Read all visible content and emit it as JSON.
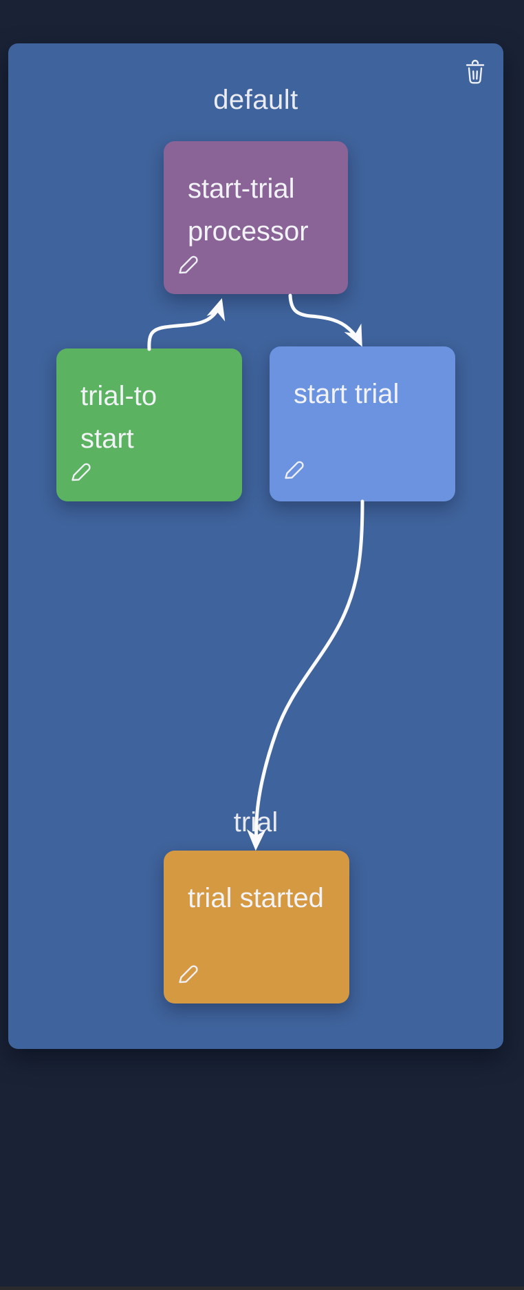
{
  "group": {
    "title": "default"
  },
  "nodes": [
    {
      "id": "start-trial-processor",
      "label": "start-trial processor",
      "lines": [
        "start-trial",
        "processor"
      ],
      "color": "#8a6497"
    },
    {
      "id": "trial-to-start",
      "label": "trial-to start",
      "lines": [
        "trial-to",
        "start"
      ],
      "color": "#5bb261"
    },
    {
      "id": "start-trial",
      "label": "start trial",
      "lines": [
        "start trial"
      ],
      "color": "#6b93e0"
    },
    {
      "id": "trial-started",
      "label": "trial started",
      "lines": [
        "trial started"
      ],
      "color": "#d59942"
    }
  ],
  "edges": [
    {
      "from": "trial-to-start",
      "to": "start-trial-processor",
      "label": ""
    },
    {
      "from": "start-trial-processor",
      "to": "start-trial",
      "label": ""
    },
    {
      "from": "start-trial",
      "to": "trial-started",
      "label": "trial"
    }
  ],
  "colors": {
    "background": "#1a2336",
    "panel": "#3f639c",
    "edge": "#fbfbfd",
    "node_text": "#f2f3f7"
  }
}
